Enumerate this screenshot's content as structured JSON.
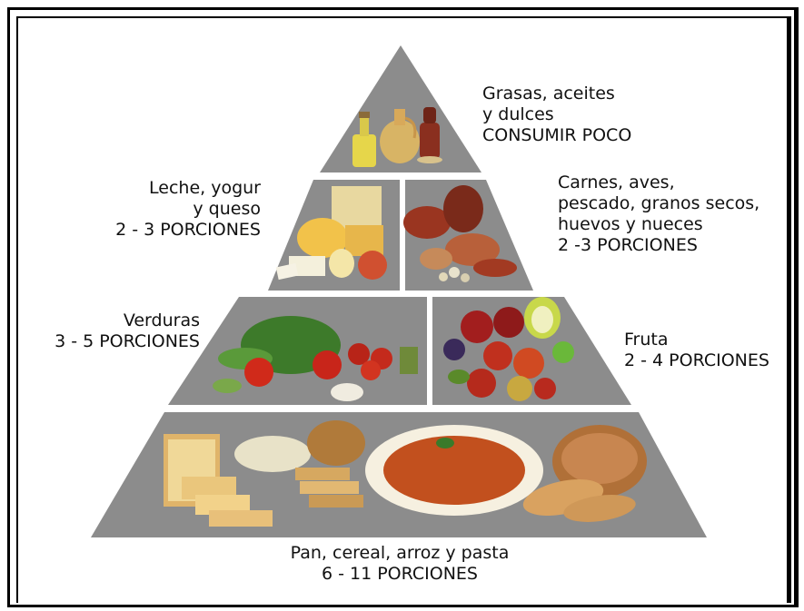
{
  "tiers": [
    {
      "id": "fats",
      "lines": [
        "Grasas, aceites",
        "y dulces",
        "CONSUMIR POCO"
      ]
    },
    {
      "id": "dairy",
      "lines": [
        "Leche, yogur",
        "y queso",
        "2 - 3 PORCIONES"
      ]
    },
    {
      "id": "protein",
      "lines": [
        "Carnes, aves,",
        "pescado, granos secos,",
        "huevos y nueces",
        "2 -3 PORCIONES"
      ]
    },
    {
      "id": "vegetables",
      "lines": [
        "Verduras",
        "3 - 5 PORCIONES"
      ]
    },
    {
      "id": "fruit",
      "lines": [
        "Fruta",
        "2 - 4 PORCIONES"
      ]
    },
    {
      "id": "grains",
      "lines": [
        "Pan, cereal, arroz y pasta",
        "6 - 11 PORCIONES"
      ]
    }
  ],
  "colors": {
    "pyramid_gray": "#8c8c8c",
    "divider": "#ffffff",
    "frame": "#000000",
    "text": "#111111"
  },
  "icons": {
    "fats": "oil-bottles-icon",
    "dairy": "cheese-icon",
    "protein": "meat-icon",
    "vegetables": "vegetables-icon",
    "fruit": "fruit-icon",
    "grains": "bread-pasta-icon"
  }
}
